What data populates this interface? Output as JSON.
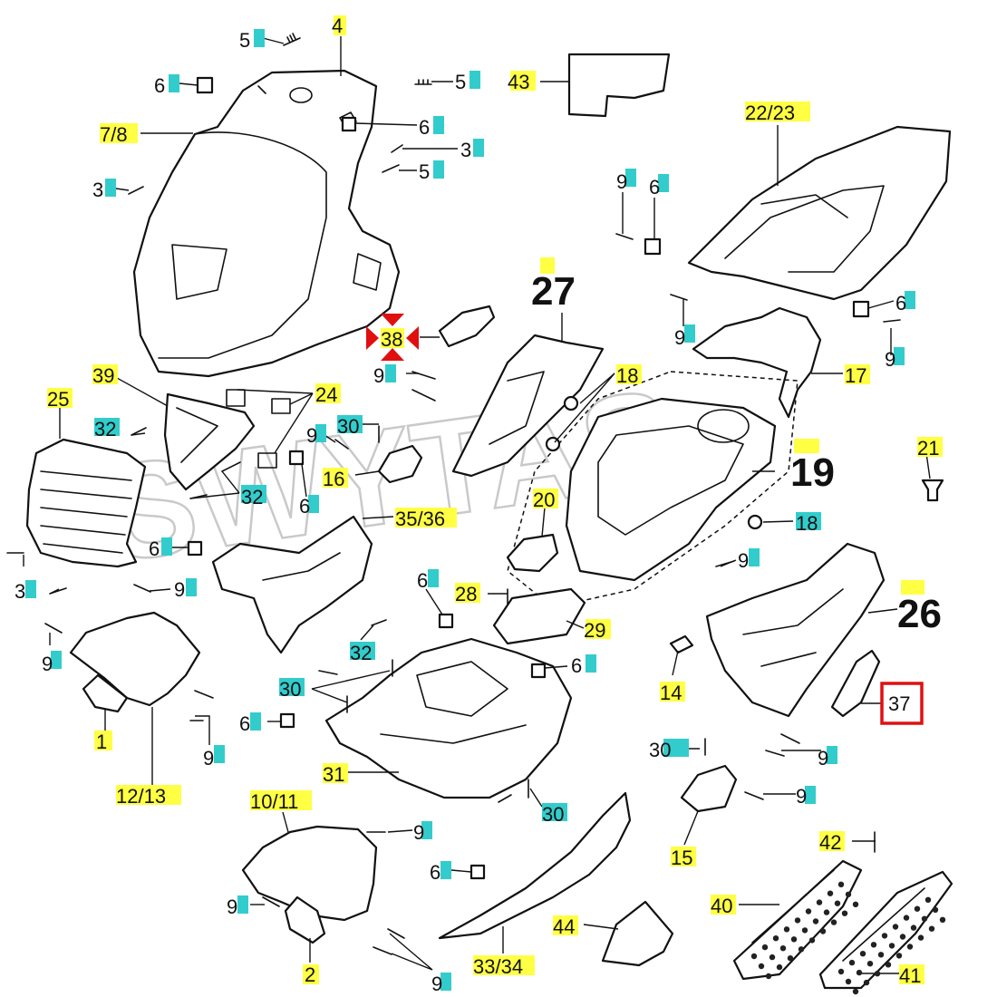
{
  "watermark": "SWYTAS",
  "highlight": {
    "part": "37",
    "color": "#e01010"
  },
  "label_colors": {
    "frame_part": "#ffff44",
    "hardware": "#33cccc"
  },
  "labels": {
    "l4": "4",
    "l5a": "5",
    "l5b": "5",
    "l5c": "5",
    "l6a": "6",
    "l6b": "6",
    "l6c": "6",
    "l6d": "6",
    "l6e": "6",
    "l6f": "6",
    "l6g": "6",
    "l6h": "6",
    "l6i": "6",
    "l6j": "6",
    "l7_8": "7/8",
    "l3a": "3",
    "l3b": "3",
    "l3c": "3",
    "l43": "43",
    "l22_23": "22/23",
    "l9a": "9",
    "l9b": "9",
    "l9c": "9",
    "l9d": "9",
    "l9e": "9",
    "l9f": "9",
    "l9g": "9",
    "l9h": "9",
    "l9i": "9",
    "l9j": "9",
    "l9k": "9",
    "l9l": "9",
    "l9m": "9",
    "l9n": "9",
    "l27": "27",
    "l38": "38",
    "l17": "17",
    "l39": "39",
    "l24": "24",
    "l18a": "18",
    "l18b": "18",
    "l25": "25",
    "l32a": "32",
    "l32b": "32",
    "l32c": "32",
    "l30a": "30",
    "l30b": "30",
    "l30c": "30",
    "l30d": "30",
    "l19": "19",
    "l21": "21",
    "l16": "16",
    "l35_36": "35/36",
    "l20": "20",
    "l26": "26",
    "l28": "28",
    "l29": "29",
    "l14": "14",
    "l37": "37",
    "l1": "1",
    "l12_13": "12/13",
    "l31": "31",
    "l15": "15",
    "l10_11": "10/11",
    "l42": "42",
    "l40": "40",
    "l2": "2",
    "l44": "44",
    "l33_34": "33/34",
    "l41": "41"
  }
}
